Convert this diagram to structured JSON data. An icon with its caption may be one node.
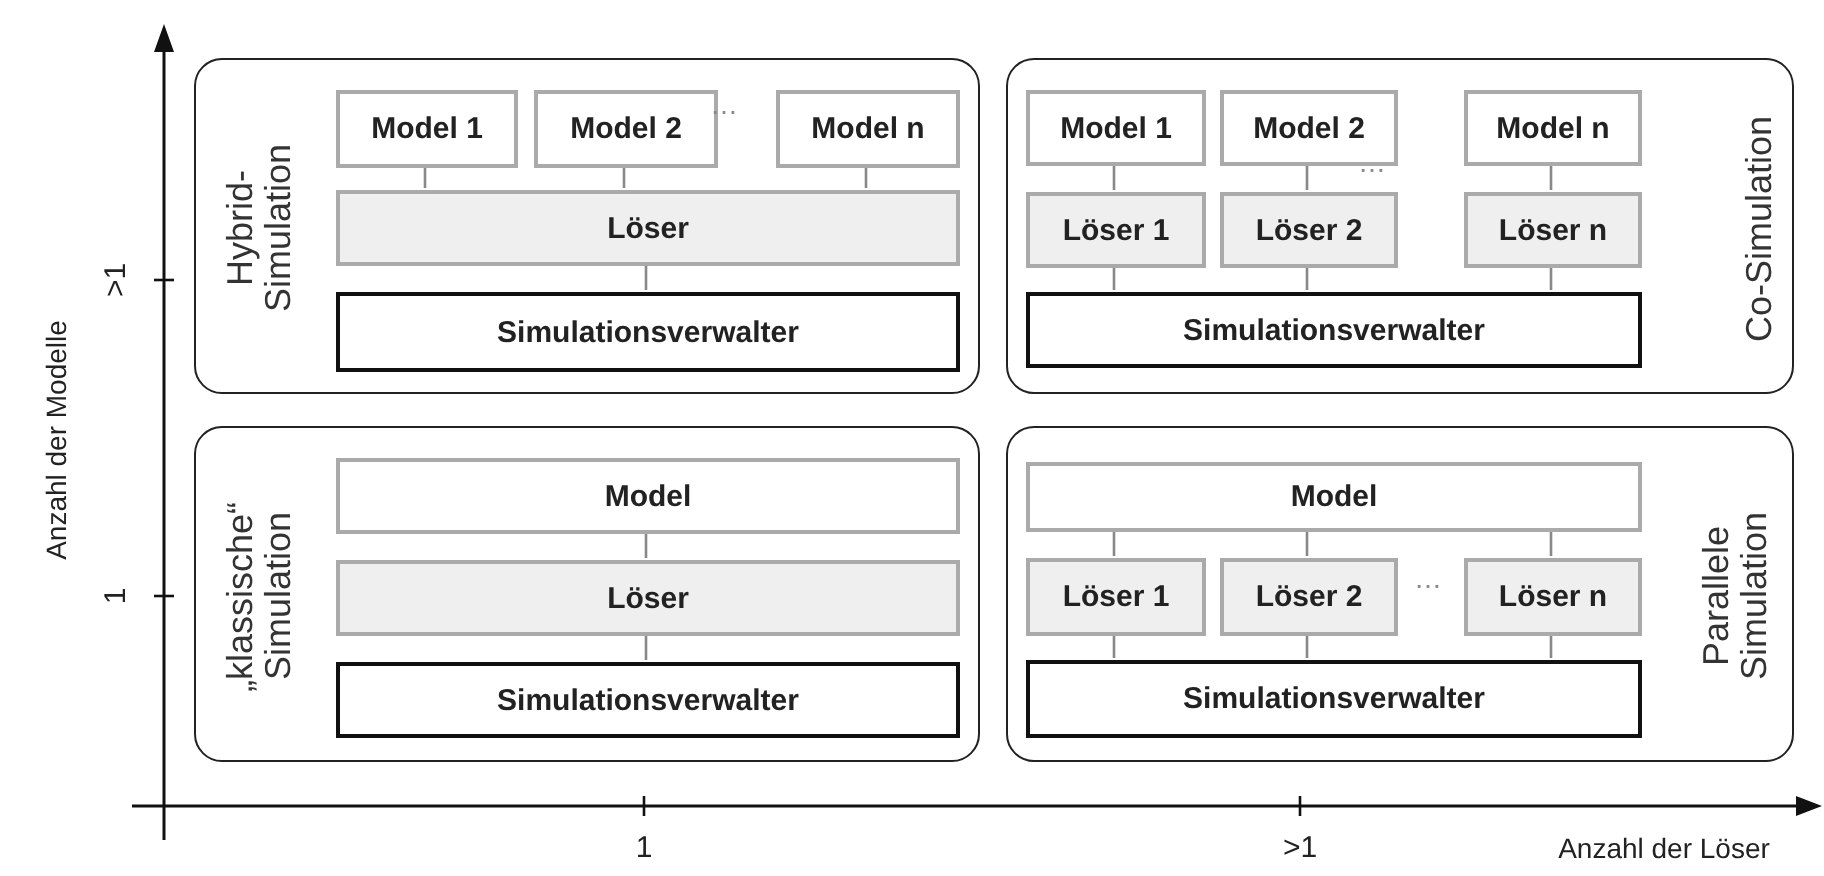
{
  "diagram": {
    "nodes": [
      {
        "text": [
          "Hybrid-Simulation"
        ]
      },
      {
        "text": [
          "Model 1"
        ],
        "in": 0
      },
      {
        "text": [
          "Model 2"
        ],
        "in": 0
      },
      {
        "text": [
          "Model n"
        ],
        "in": 0
      },
      {
        "text": [
          "Löser"
        ],
        "in": 0
      },
      {
        "text": [
          "Simulationsverwalter"
        ],
        "in": 0
      },
      {
        "text": [
          "Co-Simulation"
        ]
      },
      {
        "text": [
          "Model 1"
        ],
        "in": 6
      },
      {
        "text": [
          "Model 2"
        ],
        "in": 6
      },
      {
        "text": [
          "Model n"
        ],
        "in": 6
      },
      {
        "text": [
          "Löser 1"
        ],
        "in": 6
      },
      {
        "text": [
          "Löser 2"
        ],
        "in": 6
      },
      {
        "text": [
          "Löser n"
        ],
        "in": 6
      },
      {
        "text": [
          "Simulationsverwalter"
        ],
        "in": 6
      },
      {
        "text": [
          "„klassische“ Simulation"
        ]
      },
      {
        "text": [
          "Model"
        ],
        "in": 14
      },
      {
        "text": [
          "Löser"
        ],
        "in": 14
      },
      {
        "text": [
          "Simulationsverwalter"
        ],
        "in": 14
      },
      {
        "text": [
          "Parallele Simulation"
        ]
      },
      {
        "text": [
          "Model"
        ],
        "in": 18
      },
      {
        "text": [
          "Löser 1"
        ],
        "in": 18
      },
      {
        "text": [
          "Löser 2"
        ],
        "in": 18
      },
      {
        "text": [
          "Löser n"
        ],
        "in": 18
      },
      {
        "text": [
          "Simulationsverwalter"
        ],
        "in": 18
      }
    ],
    "edges": [
      {
        "from": 1,
        "to": 4,
        "arrow": "none"
      },
      {
        "from": 2,
        "to": 4,
        "arrow": "none"
      },
      {
        "from": 3,
        "to": 4,
        "arrow": "none"
      },
      {
        "from": 4,
        "to": 5,
        "arrow": "none"
      },
      {
        "from": 7,
        "to": 10,
        "arrow": "none"
      },
      {
        "from": 8,
        "to": 11,
        "arrow": "none"
      },
      {
        "from": 9,
        "to": 12,
        "arrow": "none"
      },
      {
        "from": 10,
        "to": 13,
        "arrow": "none"
      },
      {
        "from": 11,
        "to": 13,
        "arrow": "none"
      },
      {
        "from": 12,
        "to": 13,
        "arrow": "none"
      },
      {
        "from": 15,
        "to": 16,
        "arrow": "none"
      },
      {
        "from": 16,
        "to": 17,
        "arrow": "none"
      },
      {
        "from": 19,
        "to": 20,
        "arrow": "none"
      },
      {
        "from": 19,
        "to": 21,
        "arrow": "none"
      },
      {
        "from": 19,
        "to": 22,
        "arrow": "none"
      },
      {
        "from": 20,
        "to": 23,
        "arrow": "none"
      },
      {
        "from": 21,
        "to": 23,
        "arrow": "none"
      },
      {
        "from": 22,
        "to": 23,
        "arrow": "none"
      }
    ],
    "labels": [
      "…",
      "…",
      ">1",
      "Anzahl der Modelle",
      "1",
      "…",
      "1",
      ">1",
      "Anzahl der Löser"
    ]
  }
}
